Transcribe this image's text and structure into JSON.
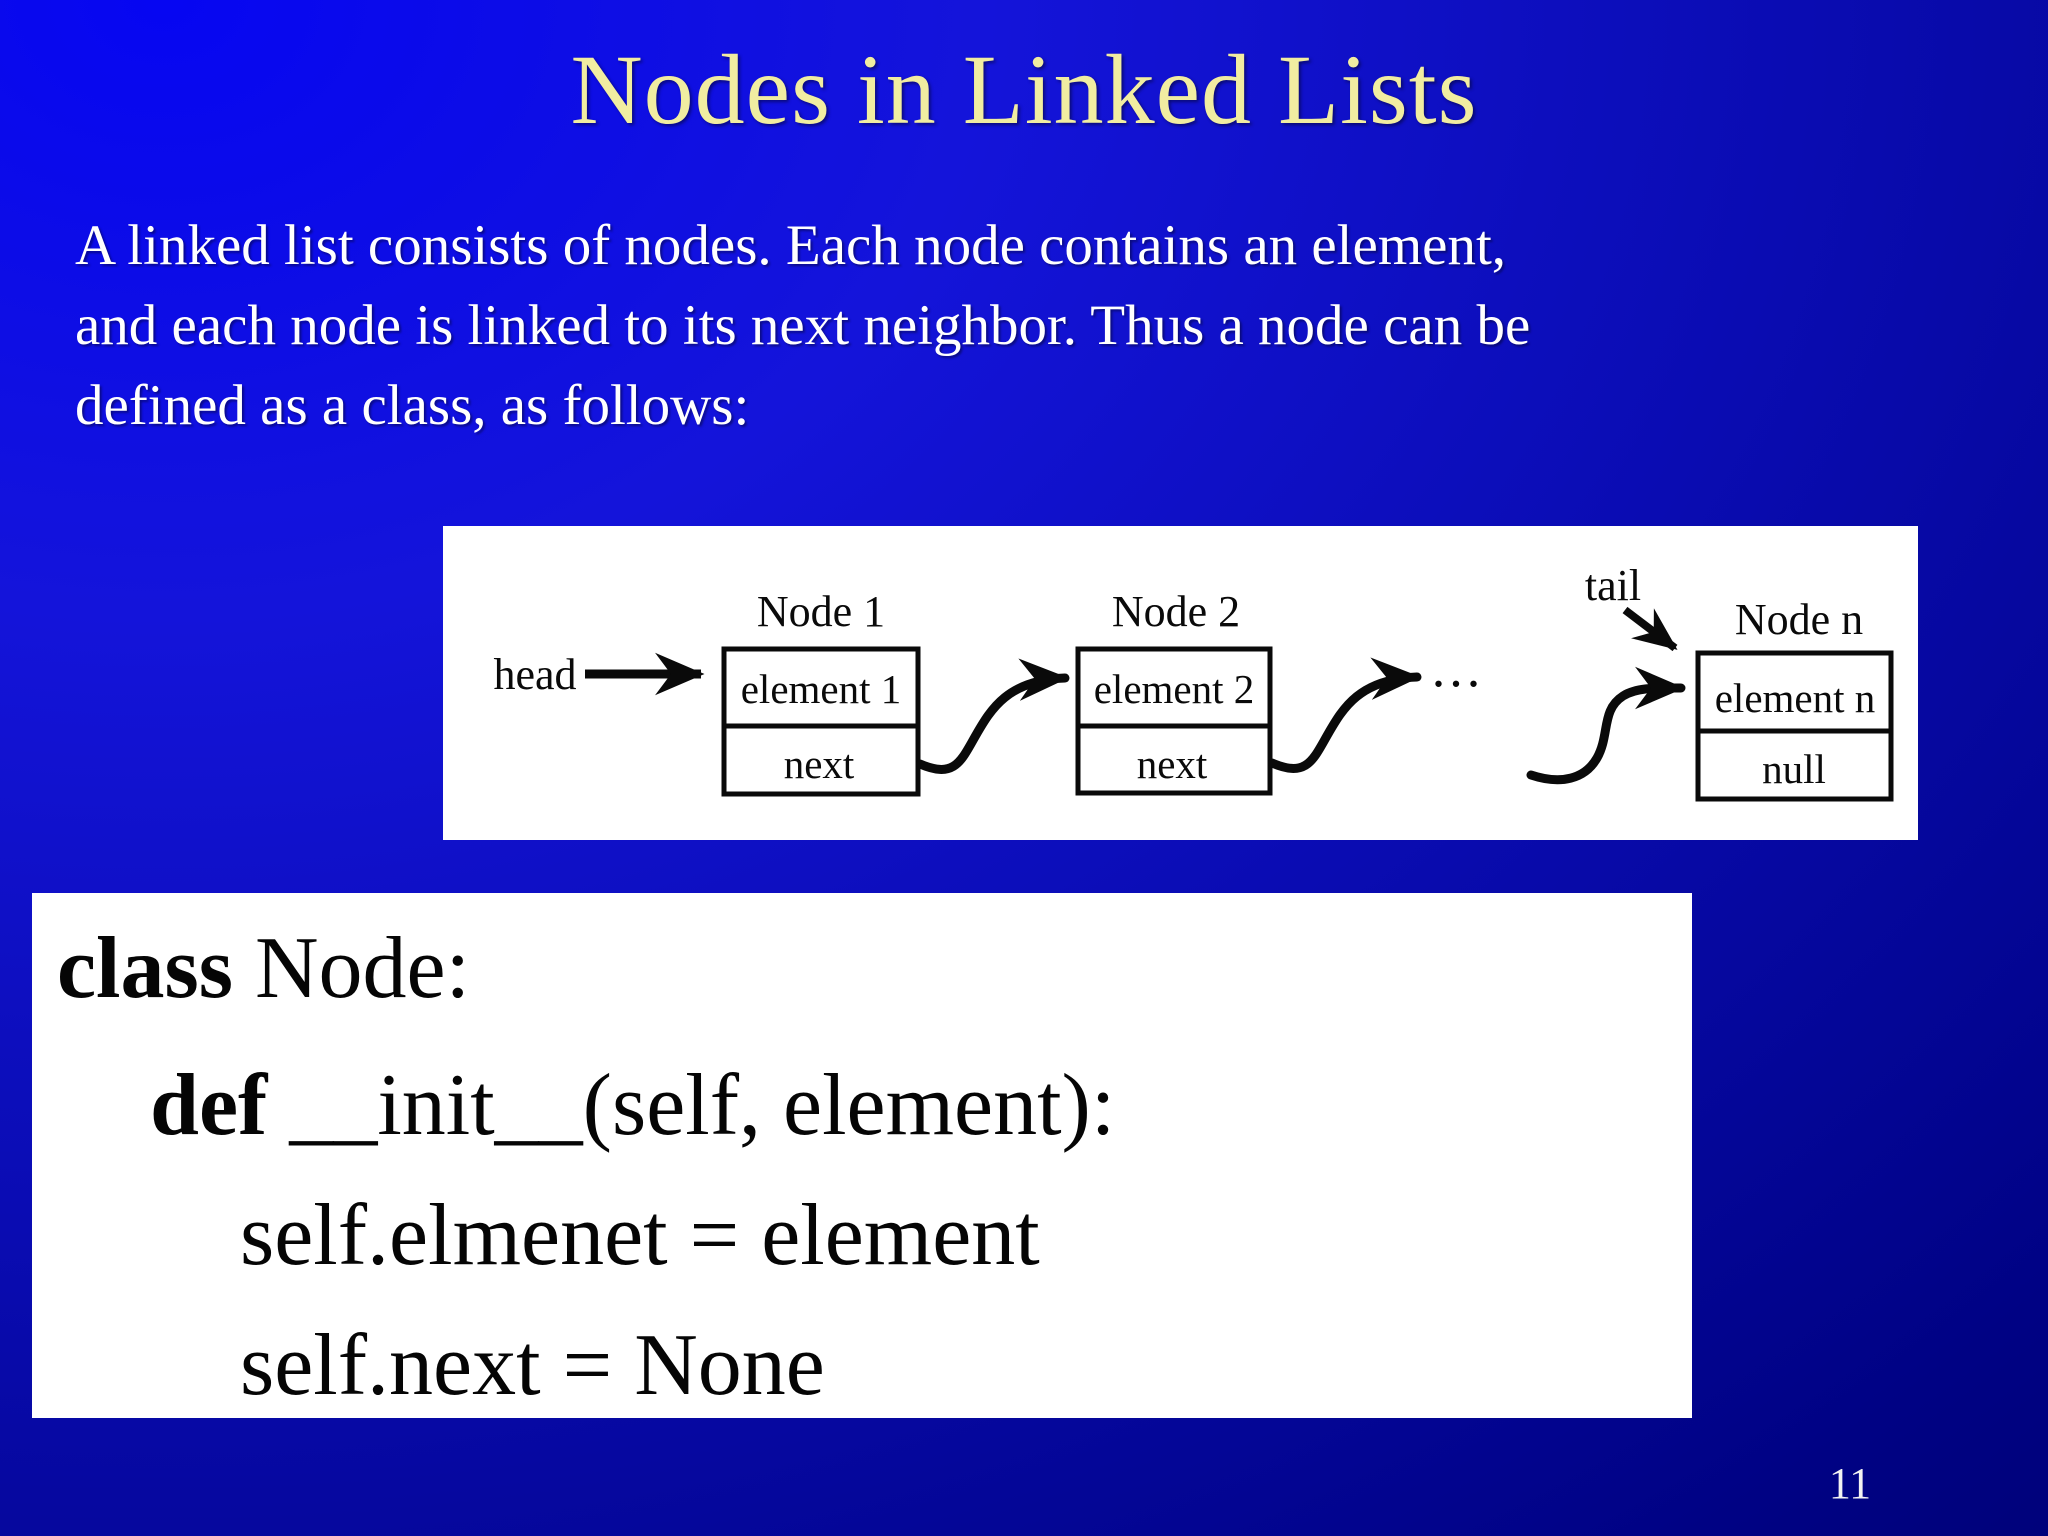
{
  "slide": {
    "title": "Nodes in Linked Lists",
    "page_number": "11",
    "colors": {
      "background_bright_blue": "#0606f2",
      "background_dark_navy": "#000266",
      "title_text": "#f1eda1",
      "body_text": "#ffffff",
      "panel_background": "#ffffff",
      "diagram_ink": "#0a0a0a"
    }
  },
  "paragraph": {
    "line1": "A linked list consists of nodes. Each node contains an element,",
    "line2": "and each node is linked to its next neighbor. Thus a node can be",
    "line3": "defined as a class, as follows:"
  },
  "diagram": {
    "head_label": "head",
    "tail_label": "tail",
    "ellipsis": "...",
    "nodes": [
      {
        "title": "Node 1",
        "element": "element 1",
        "pointer": "next"
      },
      {
        "title": "Node 2",
        "element": "element 2",
        "pointer": "next"
      },
      {
        "title": "Node n",
        "element": "element n",
        "pointer": "null"
      }
    ]
  },
  "code": {
    "line1_keyword": "class",
    "line1_rest": " Node:",
    "line2_keyword": "def",
    "line2_rest": " __init__(self, element):",
    "line3": "self.elmenet = element",
    "line4": "self.next = None"
  }
}
